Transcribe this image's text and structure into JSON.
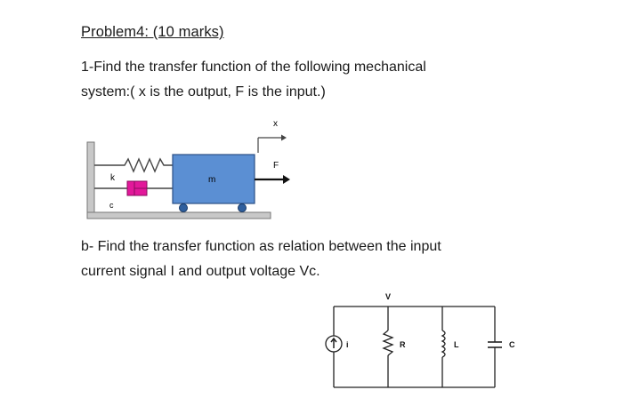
{
  "problem": {
    "heading": "Problem4: (10 marks)",
    "q1_line1": "1-Find the transfer function of the following mechanical",
    "q1_line2": "system:( x is the output, F is the input.)",
    "q2_line1": "b- Find the transfer function as relation between the input",
    "q2_line2": "current signal I and output voltage Vc."
  },
  "mechanical_figure": {
    "label_x": "x",
    "label_F": "F",
    "label_k": "k",
    "label_c": "c",
    "label_m": "m",
    "mass_color": "#5b8fd3",
    "damper_color": "#e2189a"
  },
  "circuit_figure": {
    "label_V": "V",
    "label_i": "i",
    "label_R": "R",
    "label_L": "L",
    "label_C": "C"
  }
}
